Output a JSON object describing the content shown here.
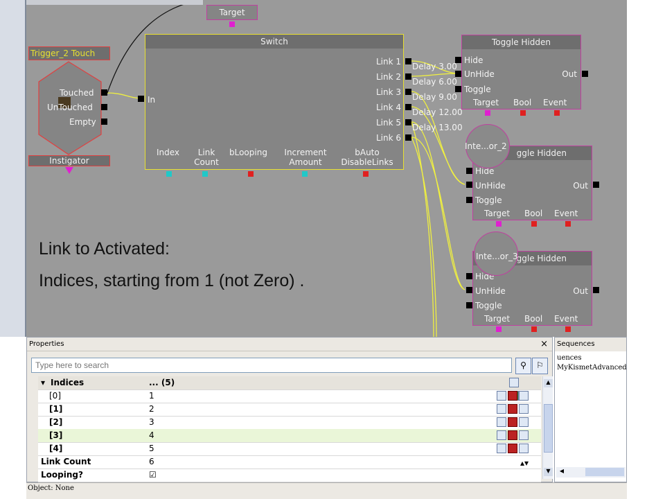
{
  "canvas": {
    "target_node_label": "Target",
    "trigger": {
      "title": "Trigger_2 Touch",
      "outputs": [
        "Touched",
        "UnTouched",
        "Empty"
      ],
      "bottom_label": "Instigator"
    },
    "switch": {
      "title": "Switch",
      "input": "In",
      "links": [
        "Link 1",
        "Link 2",
        "Link 3",
        "Link 4",
        "Link 5",
        "Link 6"
      ],
      "vars": [
        "Index",
        "Link Count",
        "bLooping",
        "Increment Amount",
        "bAuto DisableLinks"
      ]
    },
    "delays": [
      "Delay 3.00",
      "Delay 6.00",
      "Delay 9.00",
      "Delay 12.00",
      "Delay 13.00"
    ],
    "toggles": [
      {
        "title": "Toggle Hidden",
        "inputs": [
          "Hide",
          "UnHide",
          "Toggle"
        ],
        "output": "Out",
        "vars": [
          "Target",
          "Bool",
          "Event"
        ]
      },
      {
        "title": "ggle Hidden",
        "inputs": [
          "Hide",
          "UnHide",
          "Toggle"
        ],
        "output": "Out",
        "vars": [
          "Target",
          "Bool",
          "Event"
        ],
        "obj_label": "Inte...or_2"
      },
      {
        "title": "ggle Hidden",
        "inputs": [
          "Hide",
          "UnHide",
          "Toggle"
        ],
        "output": "Out",
        "vars": [
          "Target",
          "Bool",
          "Event"
        ],
        "obj_label": "Inte...or_3"
      }
    ],
    "note_line1": "Link to Activated:",
    "note_line2": "Indices, starting from 1 (not Zero) ."
  },
  "properties": {
    "title": "Properties",
    "close": "×",
    "search_placeholder": "Type here to search",
    "rows": [
      {
        "name": "Indices",
        "value": "... (5)"
      },
      {
        "name": "[0]",
        "value": "1"
      },
      {
        "name": "[1]",
        "value": "2"
      },
      {
        "name": "[2]",
        "value": "3"
      },
      {
        "name": "[3]",
        "value": "4"
      },
      {
        "name": "[4]",
        "value": "5"
      },
      {
        "name": "Link Count",
        "value": "6"
      },
      {
        "name": "Looping?",
        "value": "☑"
      }
    ]
  },
  "sequences": {
    "title": "Sequences",
    "items": [
      "uences",
      "MyKismetAdvancedI"
    ]
  },
  "status": "Object: None",
  "colors": {
    "canvas": "#9a9a9a",
    "node_border_yellow": "#e8e030",
    "node_border_magenta": "#c040a0",
    "wire_yellow": "#f0f040"
  }
}
